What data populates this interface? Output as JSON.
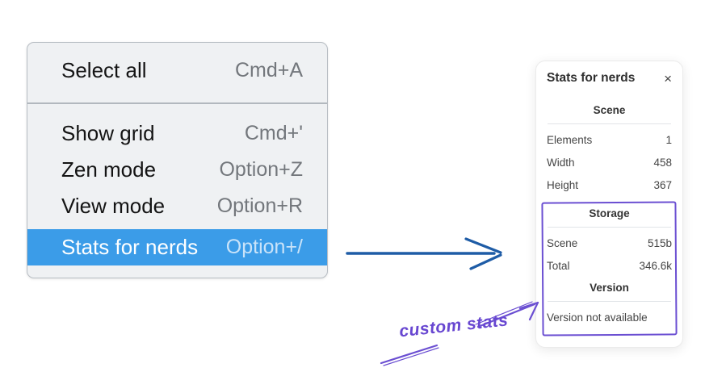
{
  "menu": {
    "sections": [
      {
        "items": [
          {
            "label": "Select all",
            "shortcut": "Cmd+A",
            "selected": false
          }
        ]
      },
      {
        "items": [
          {
            "label": "Show grid",
            "shortcut": "Cmd+'",
            "selected": false
          },
          {
            "label": "Zen mode",
            "shortcut": "Option+Z",
            "selected": false
          },
          {
            "label": "View mode",
            "shortcut": "Option+R",
            "selected": false
          },
          {
            "label": "Stats for nerds",
            "shortcut": "Option+/",
            "selected": true
          }
        ]
      }
    ]
  },
  "stats_panel": {
    "title": "Stats for nerds",
    "close_icon": "×",
    "sections": [
      {
        "heading": "Scene",
        "rows": [
          [
            "Elements",
            "1"
          ],
          [
            "Width",
            "458"
          ],
          [
            "Height",
            "367"
          ]
        ]
      },
      {
        "heading": "Storage",
        "highlighted": true,
        "rows": [
          [
            "Scene",
            "515b"
          ],
          [
            "Total",
            "346.6k"
          ]
        ]
      },
      {
        "heading": "Version",
        "highlighted": true,
        "note": "Version not available"
      }
    ]
  },
  "annotations": {
    "custom_stats_label": "custom stats",
    "colors": {
      "menu_highlight": "#3b9ce8",
      "blue_arrow": "#1e5ca6",
      "purple_annotation": "#6b4fd2"
    }
  }
}
